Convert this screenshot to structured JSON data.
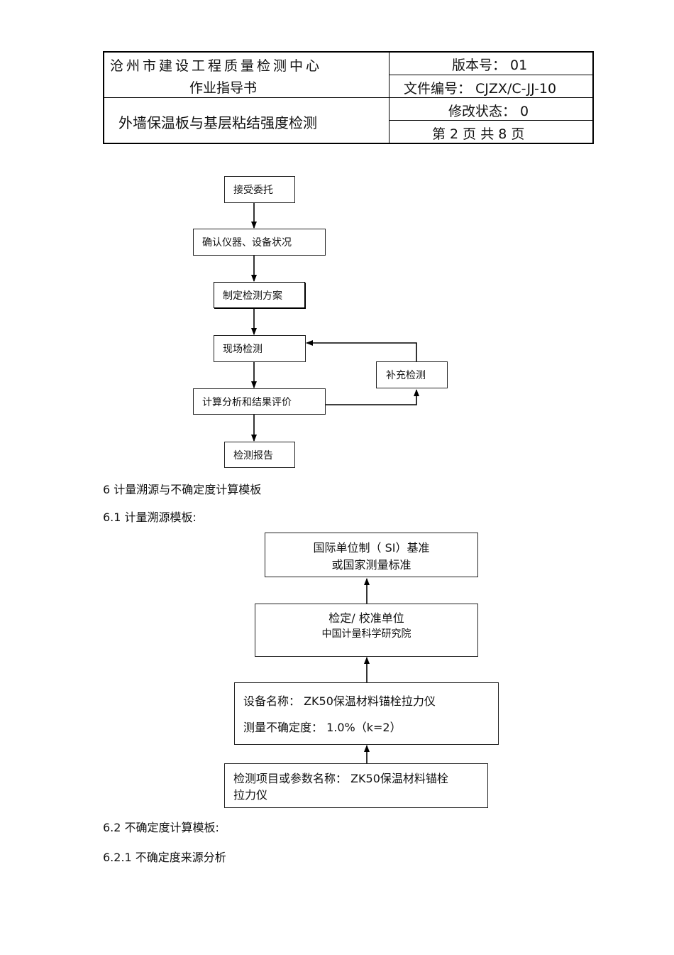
{
  "header": {
    "org": "沧州市建设工程质量检测中心",
    "doc_type": "作业指导书",
    "title": "外墙保温板与基层粘结强度检测",
    "version": "版本号：  01",
    "file_no": "文件编号：  CJZX/C-JJ-10",
    "revision": "修改状态：  0",
    "page": "第 2  页  共 8  页"
  },
  "flow": {
    "step1": "接受委托",
    "step2": "确认仪器、设备状况",
    "step3": "制定检测方案",
    "step4": "现场检测",
    "step5": "计算分析和结果评价",
    "step6": "检测报告",
    "supplement": "补充检测"
  },
  "section6": {
    "heading": "6 计量溯源与不确定度计算模板",
    "s61": "6.1  计量溯源模板:",
    "s62": "6.2  不确定度计算模板:",
    "s621": "6.2.1   不确定度来源分析"
  },
  "trace": {
    "box1_line1": "国际单位制（ SI）基准",
    "box1_line2": "或国家测量标准",
    "box2_line1": "检定/ 校准单位",
    "box2_line2": "中国计量科学研究院",
    "box3_line1": "设备名称：  ZK50保温材料锚栓拉力仪",
    "box3_line2": "测量不确定度：  1.0%（k=2）",
    "box4_line1": "检测项目或参数名称：    ZK50保温材料锚栓",
    "box4_line2": "拉力仪"
  }
}
